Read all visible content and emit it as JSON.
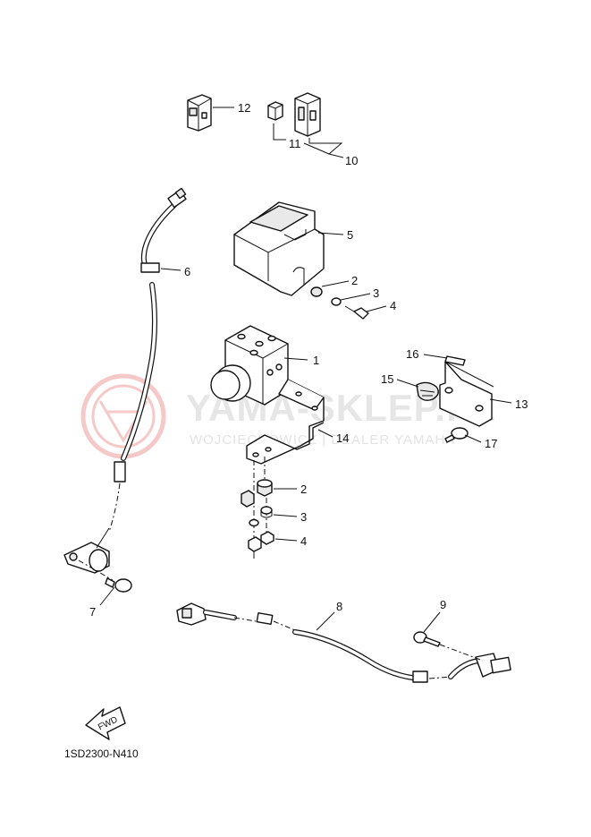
{
  "diagram_code": "1SD2300-N410",
  "fwd_label": "FWD",
  "watermark": {
    "brand": "YAMA-SKLEP.PL",
    "tagline": "WOJCIECHOWICZ | DEALER YAMAHA"
  },
  "callouts": [
    "1",
    "2",
    "3",
    "4",
    "5",
    "6",
    "7",
    "8",
    "9",
    "10",
    "11",
    "12",
    "13",
    "14",
    "15",
    "16",
    "17",
    "2",
    "3",
    "4"
  ]
}
